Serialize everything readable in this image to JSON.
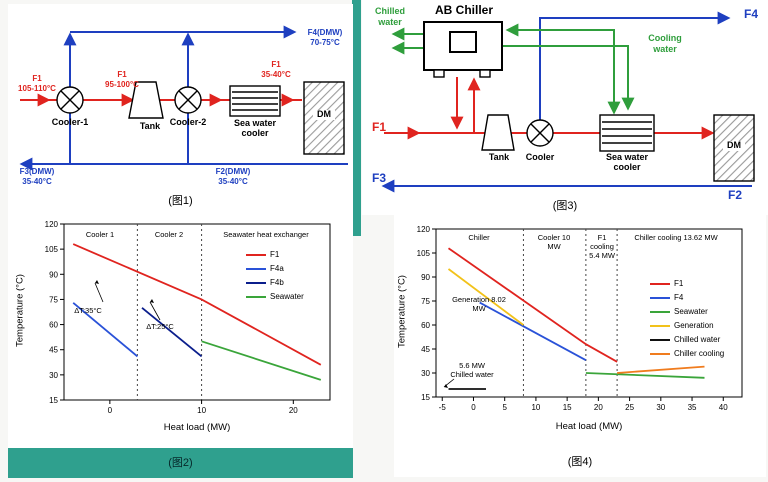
{
  "page": {
    "background": "#f7f7f5",
    "accent_teal": "#2fa08e"
  },
  "figure1": {
    "caption": "(图1)",
    "labels": {
      "f1_in_name": "F1",
      "f1_in_temp": "105-110°C",
      "f1_mid_name": "F1",
      "f1_mid_temp": "95-100°C",
      "f1_out_name": "F1",
      "f1_out_temp": "35-40°C",
      "f4_name": "F4(DMW)",
      "f4_temp": "70-75°C",
      "f3_name": "F3(DMW)",
      "f3_temp": "35-40°C",
      "f2_name": "F2(DMW)",
      "f2_temp": "35-40°C",
      "cooler1": "Cooler-1",
      "tank": "Tank",
      "cooler2": "Cooler-2",
      "seawater_cooler": "Sea water cooler",
      "dm": "DM"
    }
  },
  "figure3": {
    "caption": "(图3)",
    "labels": {
      "chilled_water": "Chilled water",
      "ab_chiller": "AB Chiller",
      "cooling_water": "Cooling water",
      "f1": "F1",
      "f2": "F2",
      "f3": "F3",
      "f4": "F4",
      "tank": "Tank",
      "cooler": "Cooler",
      "seawater_cooler": "Sea water cooler",
      "dm": "DM"
    }
  },
  "chart_data": [
    {
      "type": "line",
      "caption": "(图2)",
      "xlabel": "Heat load (MW)",
      "ylabel": "Temperature (°C)",
      "xlim": [
        -5,
        24
      ],
      "ylim": [
        15,
        120
      ],
      "xticks": [
        0,
        10,
        20
      ],
      "yticks": [
        15,
        30,
        45,
        60,
        75,
        90,
        105,
        120
      ],
      "dividers_x": [
        3,
        10
      ],
      "regions": [
        {
          "label": "Cooler 1"
        },
        {
          "label": "Cooler 2"
        },
        {
          "label": "Seawater heat exchanger"
        }
      ],
      "legend_position": "upper right",
      "grid": false,
      "series": [
        {
          "name": "F1",
          "color": "#e0241f",
          "points": [
            [
              -4,
              108
            ],
            [
              10,
              75
            ],
            [
              23,
              36
            ]
          ]
        },
        {
          "name": "F4a",
          "color": "#2a52d8",
          "points": [
            [
              -4,
              73
            ],
            [
              3,
              41
            ]
          ]
        },
        {
          "name": "F4b",
          "color": "#0b1e8c",
          "points": [
            [
              3.5,
              70
            ],
            [
              10,
              41
            ]
          ]
        },
        {
          "name": "Seawater",
          "color": "#3aa53a",
          "points": [
            [
              10,
              50
            ],
            [
              23,
              27
            ]
          ]
        }
      ],
      "annotations": [
        {
          "text": "ΔT:35°C"
        },
        {
          "text": "ΔT:25°C"
        }
      ]
    },
    {
      "type": "line",
      "caption": "(图4)",
      "xlabel": "Heat load (MW)",
      "ylabel": "Temperature (°C)",
      "xlim": [
        -6,
        43
      ],
      "ylim": [
        15,
        120
      ],
      "xticks": [
        -5,
        0,
        5,
        10,
        15,
        20,
        25,
        30,
        35,
        40
      ],
      "yticks": [
        15,
        30,
        45,
        60,
        75,
        90,
        105,
        120
      ],
      "dividers_x": [
        8,
        18,
        23
      ],
      "regions": [
        {
          "label": "Chiller"
        },
        {
          "label": "Cooler 10 MW"
        },
        {
          "label": "F1 cooling 5.4 MW"
        },
        {
          "label": "Chiller cooling 13.62 MW"
        }
      ],
      "legend_position": "middle right",
      "grid": false,
      "series": [
        {
          "name": "F1",
          "color": "#e0241f",
          "points": [
            [
              -4,
              108
            ],
            [
              18,
              48
            ],
            [
              23,
              37
            ]
          ]
        },
        {
          "name": "F4",
          "color": "#2a52d8",
          "points": [
            [
              1,
              74
            ],
            [
              18,
              38
            ]
          ]
        },
        {
          "name": "Seawater",
          "color": "#3aa53a",
          "points": [
            [
              18,
              30
            ],
            [
              37,
              27
            ]
          ]
        },
        {
          "name": "Generation",
          "color": "#f2c21a",
          "points": [
            [
              -4,
              95
            ],
            [
              8,
              60
            ]
          ]
        },
        {
          "name": "Chilled water",
          "color": "#111111",
          "points": [
            [
              -4,
              20
            ],
            [
              2,
              20
            ]
          ]
        },
        {
          "name": "Chiller cooling",
          "color": "#f07c1e",
          "points": [
            [
              23,
              30
            ],
            [
              37,
              34
            ]
          ]
        }
      ],
      "annotations": [
        {
          "text": "Generation 8.02 MW"
        },
        {
          "text": "5.6 MW Chilled water"
        }
      ]
    }
  ]
}
